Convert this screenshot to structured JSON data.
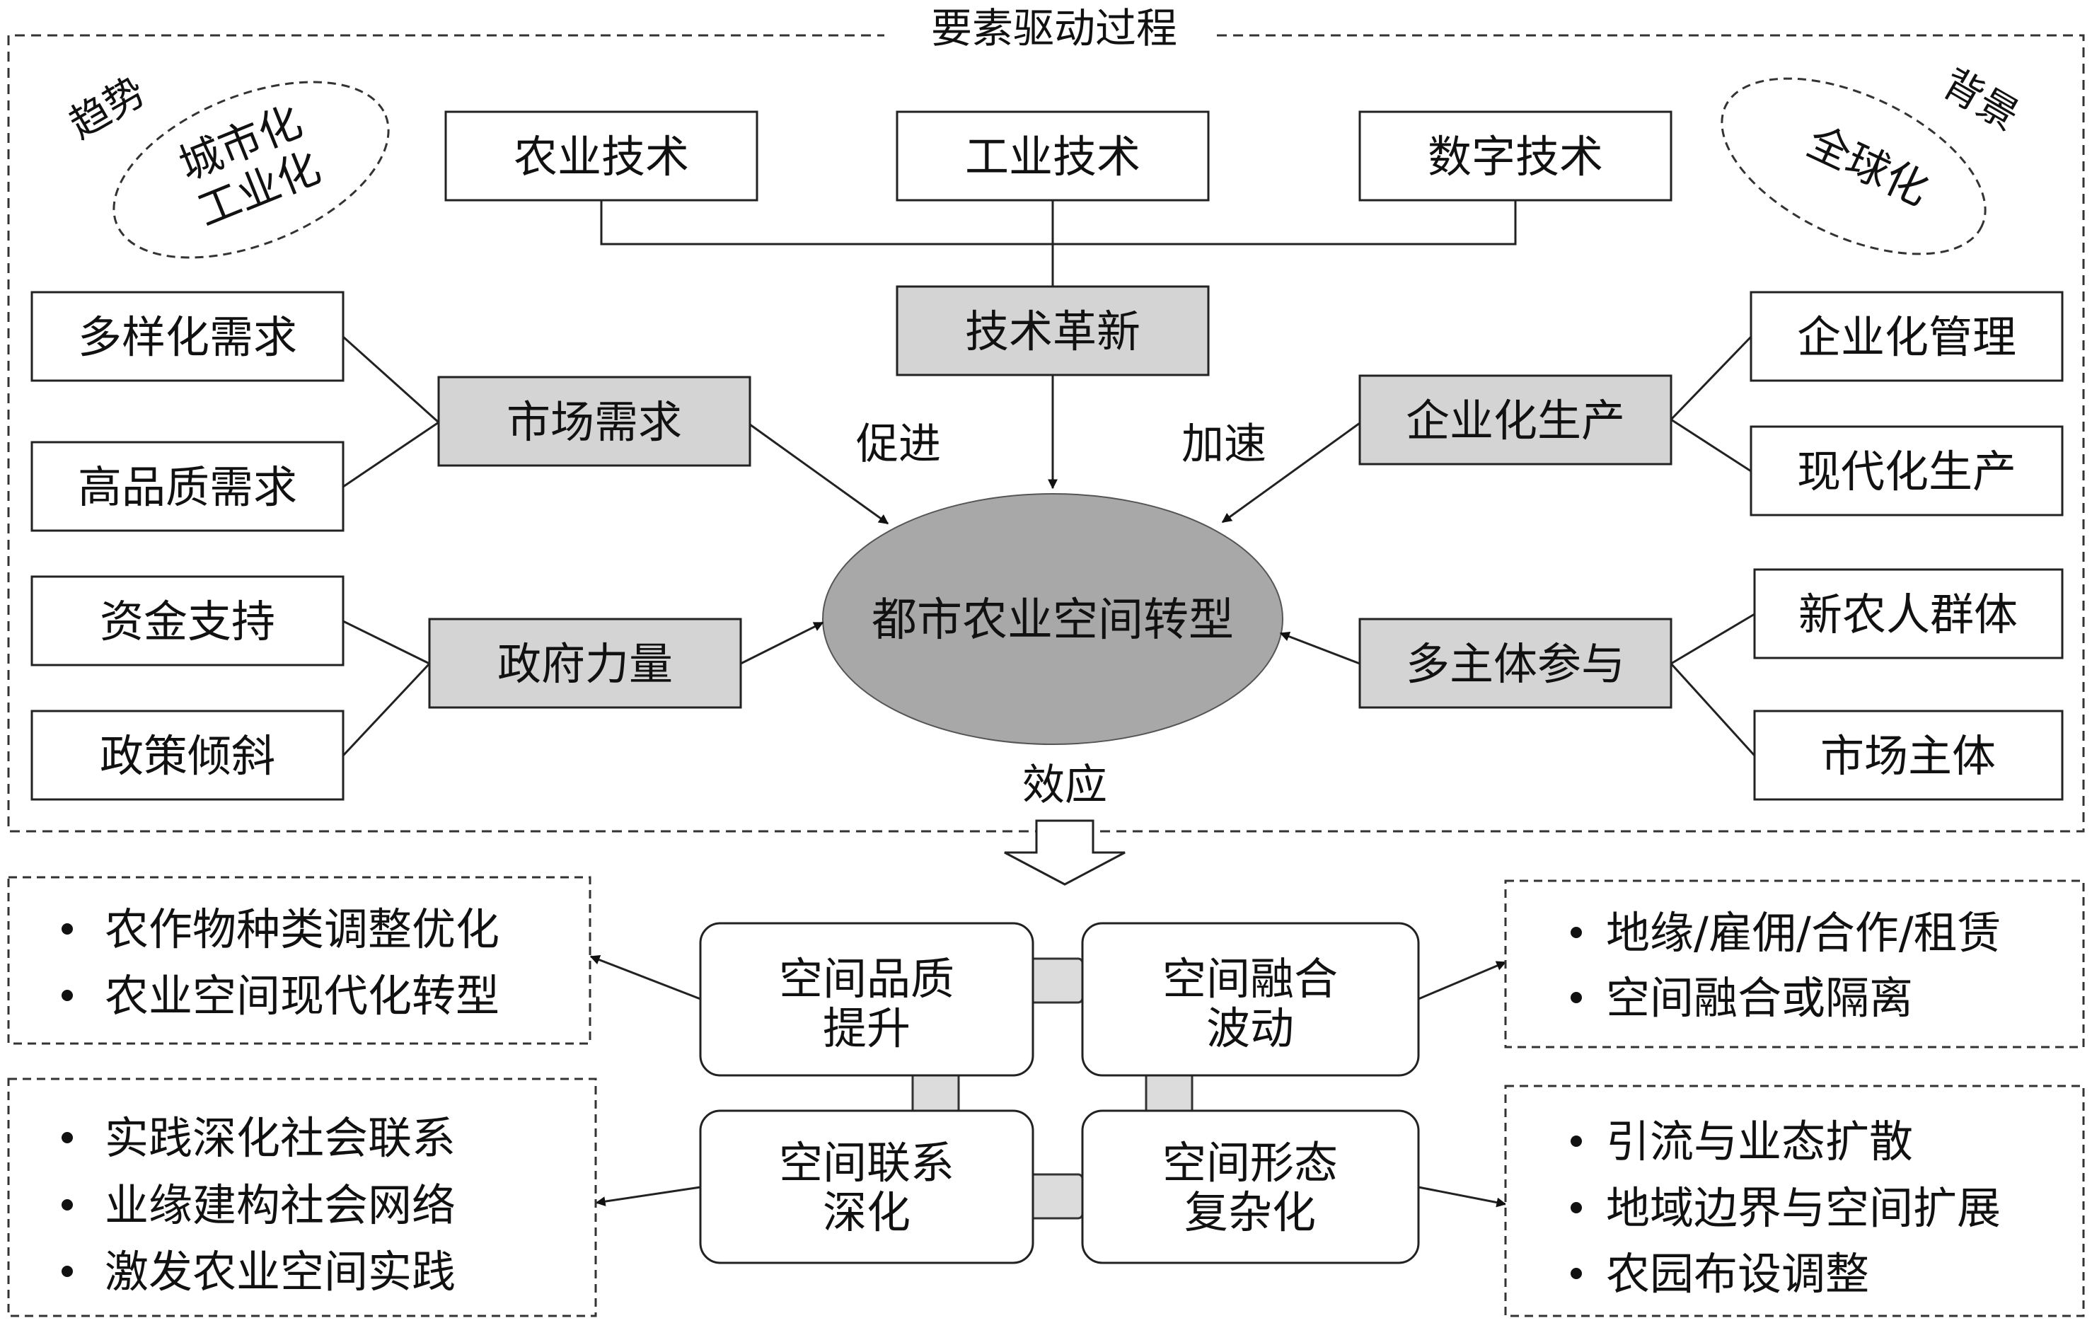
{
  "title": "要素驱动过程",
  "trend": {
    "label": "趋势",
    "items": [
      "城市化",
      "工业化"
    ]
  },
  "background": {
    "label": "背景",
    "items": [
      "全球化"
    ]
  },
  "technology": {
    "inputs": [
      "农业技术",
      "工业技术",
      "数字技术"
    ],
    "hub": "技术革新"
  },
  "market": {
    "inputs": [
      "多样化需求",
      "高品质需求"
    ],
    "hub": "市场需求"
  },
  "government": {
    "inputs": [
      "资金支持",
      "政策倾斜"
    ],
    "hub": "政府力量"
  },
  "enterprise": {
    "inputs": [
      "企业化管理",
      "现代化生产"
    ],
    "hub": "企业化生产"
  },
  "actors": {
    "inputs": [
      "新农人群体",
      "市场主体"
    ],
    "hub": "多主体参与"
  },
  "center": "都市农业空间转型",
  "labels": {
    "promote": "促进",
    "accelerate": "加速",
    "effect": "效应"
  },
  "effects": [
    {
      "lines": [
        "空间品质",
        "提升"
      ],
      "bullets": [
        "农作物种类调整优化",
        "农业空间现代化转型"
      ]
    },
    {
      "lines": [
        "空间融合",
        "波动"
      ],
      "bullets": [
        "地缘/雇佣/合作/租赁",
        "空间融合或隔离"
      ]
    },
    {
      "lines": [
        "空间联系",
        "深化"
      ],
      "bullets": [
        "实践深化社会联系",
        "业缘建构社会网络",
        "激发农业空间实践"
      ]
    },
    {
      "lines": [
        "空间形态",
        "复杂化"
      ],
      "bullets": [
        "引流与业态扩散",
        "地域边界与空间扩展",
        "农园布设调整"
      ]
    }
  ]
}
